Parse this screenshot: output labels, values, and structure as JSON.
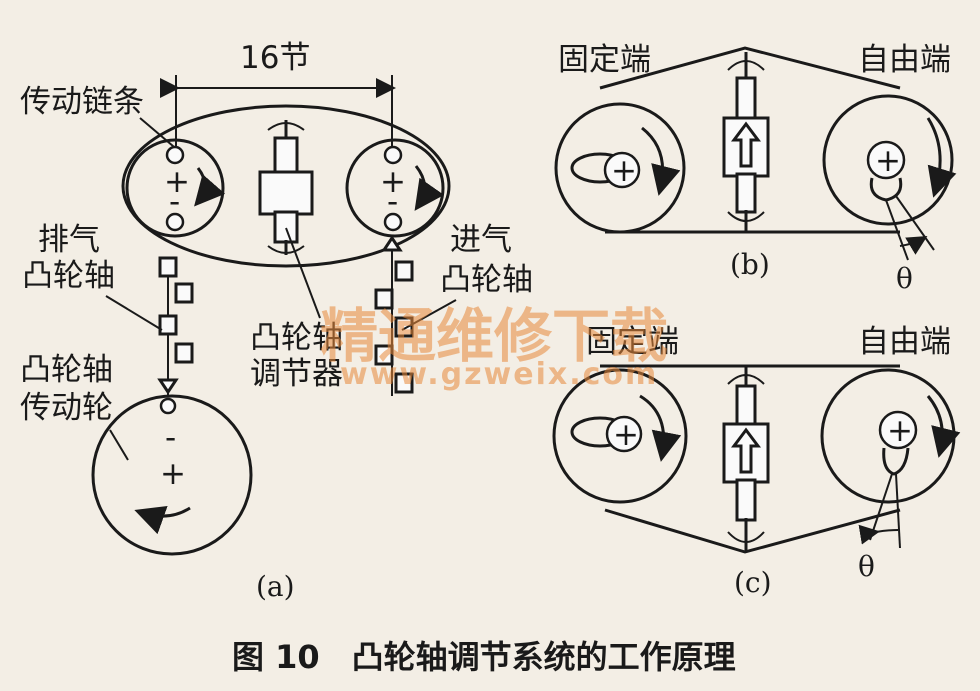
{
  "labels": {
    "chain_length": "16节",
    "drive_chain": "传动链条",
    "exhaust_camshaft_1": "排气",
    "exhaust_camshaft_2": "凸轮轴",
    "intake_camshaft_1": "进气",
    "intake_camshaft_2": "凸轮轴",
    "adjuster_1": "凸轮轴",
    "adjuster_2": "调节器",
    "drive_wheel_1": "凸轮轴",
    "drive_wheel_2": "传动轮",
    "fixed_end_b": "固定端",
    "free_end_b": "自由端",
    "fixed_end_c": "固定端",
    "free_end_c": "自由端",
    "theta_b": "θ",
    "theta_c": "θ",
    "sub_a": "(a)",
    "sub_b": "(b)",
    "sub_c": "(c)",
    "plus": "+",
    "minus": "-"
  },
  "caption": "图 10　凸轮轴调节系统的工作原理",
  "watermark": {
    "line1": "精通维修下载",
    "line2": "www.gzweix.com"
  },
  "colors": {
    "ink": "#1a1a1a",
    "paper": "#f3eee5",
    "watermark": "#e88a3c"
  }
}
